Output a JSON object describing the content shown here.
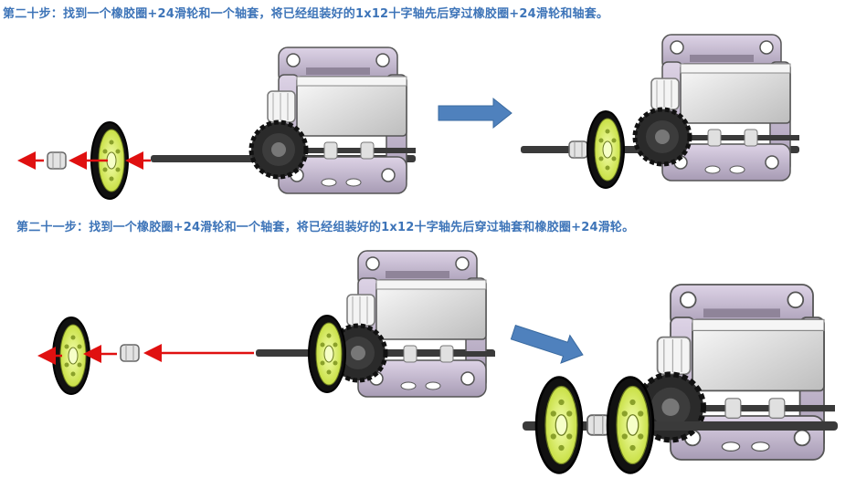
{
  "steps": [
    {
      "text": "第二十步：找到一个橡胶圈+24滑轮和一个轴套，将已经组装好的1x12十字轴先后穿过橡胶圈+24滑轮和轴套。"
    },
    {
      "text": "第二十一步：找到一个橡胶圈+24滑轮和一个轴套，将已经组装好的1x12十字轴先后穿过轴套和橡胶圈+24滑轮。"
    }
  ],
  "colors": {
    "text": "#3d74b8",
    "arrow_red": "#e01010",
    "arrow_blue": "#4f81bd",
    "frame": "#c8bfd0",
    "motor": "#e6e6e6",
    "gear": "#2a2a2a",
    "wheel_tire": "#111111",
    "wheel_hub": "#dcef6a",
    "axle": "#3a3a3a",
    "bushing": "#d8d8d8"
  },
  "icons": [
    "red-insertion-arrow",
    "blue-result-arrow"
  ]
}
